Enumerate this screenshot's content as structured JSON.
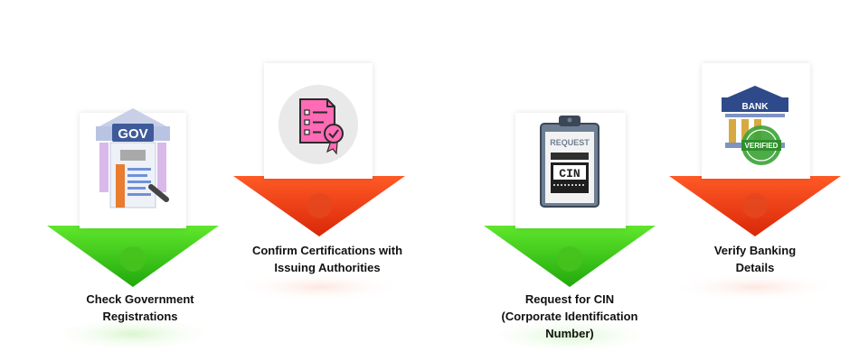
{
  "steps": [
    {
      "icon": "government-building-document-icon",
      "icon_text": "GOV",
      "label": "Check Government\nRegistrations",
      "color": "green"
    },
    {
      "icon": "certificate-checklist-icon",
      "icon_text": "",
      "label": "Confirm Certifications with\nIssuing Authorities",
      "color": "red"
    },
    {
      "icon": "cin-clipboard-icon",
      "icon_text": "REQUEST",
      "icon_text_2": "CIN",
      "label": "Request for CIN\n(Corporate Identification\nNumber)",
      "color": "green"
    },
    {
      "icon": "bank-verified-icon",
      "icon_text": "BANK",
      "icon_text_2": "VERIFIED",
      "label": "Verify Banking\nDetails",
      "color": "red"
    }
  ],
  "colors": {
    "green": "#3fd11b",
    "green_dark": "#2aa80e",
    "red": "#f5401e",
    "red_dark": "#d12a0c",
    "text": "#111111"
  }
}
